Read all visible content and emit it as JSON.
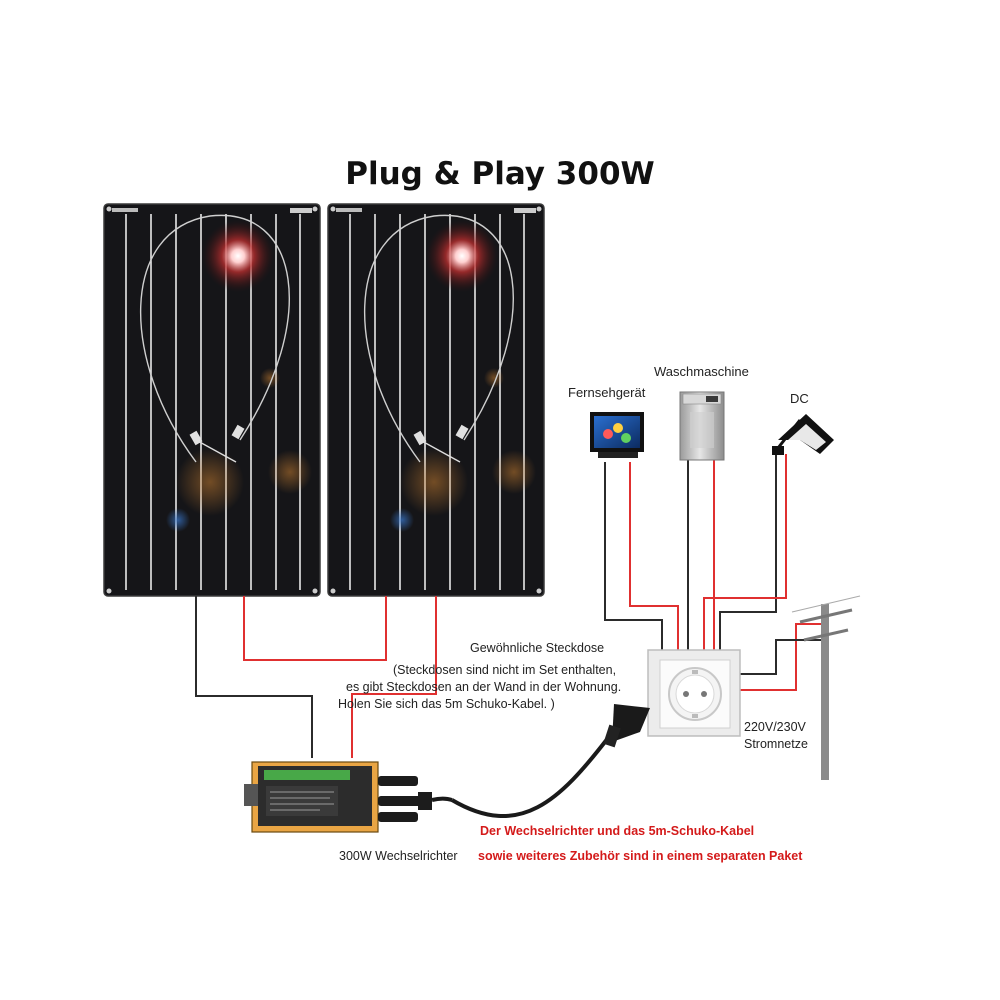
{
  "title": "Plug & Play 300W",
  "labels": {
    "tv": "Fernsehgerät",
    "washer": "Waschmaschine",
    "dc": "DC",
    "socket_title": "Gewöhnliche Steckdose",
    "socket_note_1": "(Steckdosen sind nicht im Set enthalten,",
    "socket_note_2": "es gibt Steckdosen an der Wand in der Wohnung.",
    "socket_note_3": "Holen Sie sich das 5m Schuko-Kabel. )",
    "grid_1": "220V/230V",
    "grid_2": "Stromnetze",
    "inverter": "300W Wechselrichter",
    "package_1": "Der Wechselrichter und das 5m-Schuko-Kabel",
    "package_2": "sowie weiteres Zubehör sind in einem separaten Paket"
  },
  "colors": {
    "wire_black": "#2b2b2b",
    "wire_red": "#e03030",
    "panel": "#141416",
    "inverter_accent": "#e9a544",
    "note_red": "#d41a1a"
  },
  "icons": [
    "solar-panel-icon",
    "tv-icon",
    "washing-machine-icon",
    "floodlight-icon",
    "wall-socket-icon",
    "schuko-plug-icon",
    "inverter-icon",
    "power-pole-icon"
  ]
}
